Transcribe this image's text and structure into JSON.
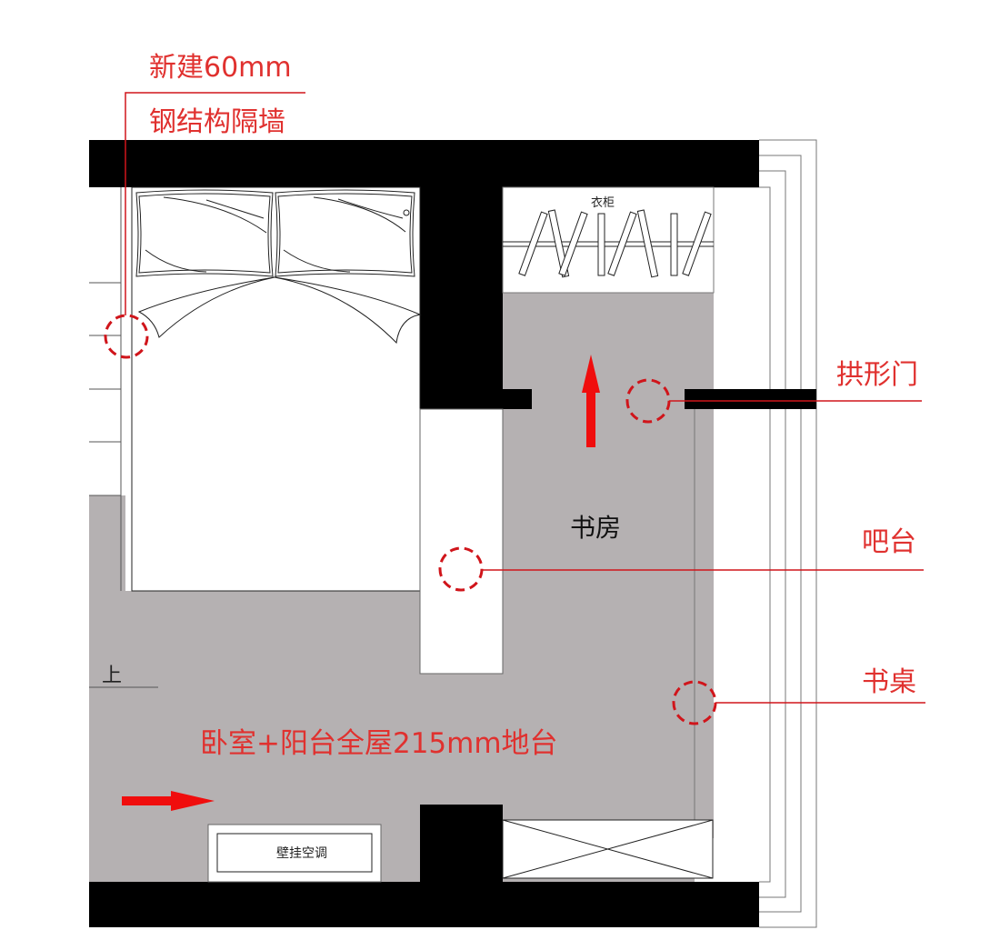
{
  "plan": {
    "colors": {
      "wall": "#000000",
      "floor": "#b5b1b2",
      "annotation": "#e0312f",
      "callout_circle": "#d0151b",
      "arrow": "#f00d0d",
      "line": "#555555"
    },
    "annotations": {
      "wall_note_line1": "新建60mm",
      "wall_note_line2": "钢结构隔墙",
      "arch_door": "拱形门",
      "bar_counter": "吧台",
      "desk": "书桌",
      "floor_platform": "卧室+阳台全屋215mm地台"
    },
    "rooms": {
      "study": "书房"
    },
    "furniture": {
      "wardrobe": "衣柜",
      "air_conditioner": "壁挂空调",
      "stair_up": "上"
    }
  }
}
